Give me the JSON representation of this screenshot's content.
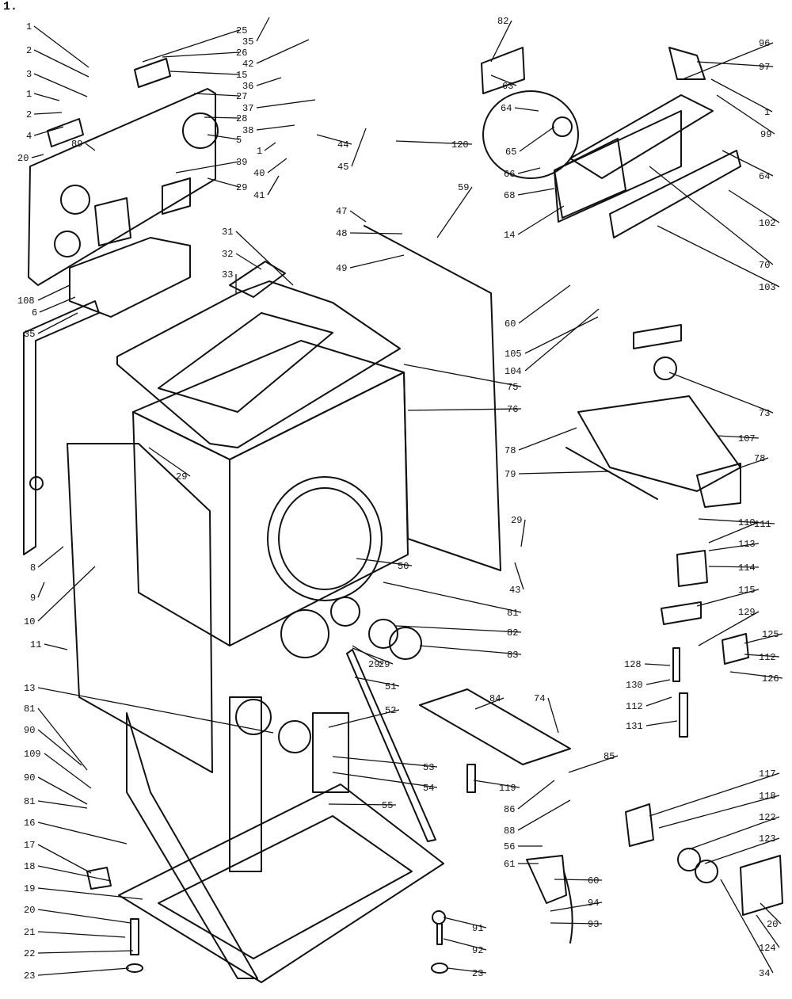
{
  "figure": {
    "number": "1."
  },
  "callouts": [
    {
      "id": "c1",
      "label": "1"
    },
    {
      "id": "c2",
      "label": "2"
    },
    {
      "id": "c3",
      "label": "3"
    },
    {
      "id": "c4",
      "label": "1"
    },
    {
      "id": "c5",
      "label": "2"
    },
    {
      "id": "c6",
      "label": "4"
    },
    {
      "id": "c7",
      "label": "20"
    },
    {
      "id": "c8",
      "label": "89"
    },
    {
      "id": "c9",
      "label": "25"
    },
    {
      "id": "c10",
      "label": "26"
    },
    {
      "id": "c11",
      "label": "15"
    },
    {
      "id": "c12",
      "label": "27"
    },
    {
      "id": "c13",
      "label": "28"
    },
    {
      "id": "c14",
      "label": "5"
    },
    {
      "id": "c15",
      "label": "39"
    },
    {
      "id": "c16",
      "label": "29"
    },
    {
      "id": "c17",
      "label": "35"
    },
    {
      "id": "c18",
      "label": "42"
    },
    {
      "id": "c19",
      "label": "36"
    },
    {
      "id": "c20",
      "label": "37"
    },
    {
      "id": "c21",
      "label": "38"
    },
    {
      "id": "c22",
      "label": "1"
    },
    {
      "id": "c23",
      "label": "40"
    },
    {
      "id": "c24",
      "label": "41"
    },
    {
      "id": "c25",
      "label": "44"
    },
    {
      "id": "c26",
      "label": "45"
    },
    {
      "id": "c27",
      "label": "120"
    },
    {
      "id": "c28",
      "label": "82"
    },
    {
      "id": "c29",
      "label": "63"
    },
    {
      "id": "c30",
      "label": "96"
    },
    {
      "id": "c31",
      "label": "97"
    },
    {
      "id": "c32",
      "label": "1"
    },
    {
      "id": "c33",
      "label": "99"
    },
    {
      "id": "c34",
      "label": "64"
    },
    {
      "id": "c35",
      "label": "65"
    },
    {
      "id": "c36",
      "label": "66"
    },
    {
      "id": "c37",
      "label": "68"
    },
    {
      "id": "c38",
      "label": "14"
    },
    {
      "id": "c39",
      "label": "64"
    },
    {
      "id": "c40",
      "label": "102"
    },
    {
      "id": "c41",
      "label": "70"
    },
    {
      "id": "c42",
      "label": "103"
    },
    {
      "id": "c43",
      "label": "31"
    },
    {
      "id": "c44",
      "label": "32"
    },
    {
      "id": "c45",
      "label": "33"
    },
    {
      "id": "c46",
      "label": "59"
    },
    {
      "id": "c47",
      "label": "47"
    },
    {
      "id": "c48",
      "label": "48"
    },
    {
      "id": "c49",
      "label": "49"
    },
    {
      "id": "c50",
      "label": "108"
    },
    {
      "id": "c51",
      "label": "6"
    },
    {
      "id": "c52",
      "label": "35"
    },
    {
      "id": "c53",
      "label": "60"
    },
    {
      "id": "c54",
      "label": "105"
    },
    {
      "id": "c55",
      "label": "104"
    },
    {
      "id": "c56",
      "label": "75"
    },
    {
      "id": "c57",
      "label": "76"
    },
    {
      "id": "c58",
      "label": "73"
    },
    {
      "id": "c59",
      "label": "107"
    },
    {
      "id": "c60",
      "label": "78"
    },
    {
      "id": "c61",
      "label": "78"
    },
    {
      "id": "c62",
      "label": "79"
    },
    {
      "id": "c63",
      "label": "29"
    },
    {
      "id": "c64",
      "label": "111"
    },
    {
      "id": "c65",
      "label": "110"
    },
    {
      "id": "c66",
      "label": "113"
    },
    {
      "id": "c67",
      "label": "114"
    },
    {
      "id": "c68",
      "label": "115"
    },
    {
      "id": "c69",
      "label": "129"
    },
    {
      "id": "c70",
      "label": "125"
    },
    {
      "id": "c71",
      "label": "128"
    },
    {
      "id": "c72",
      "label": "112"
    },
    {
      "id": "c73",
      "label": "130"
    },
    {
      "id": "c74",
      "label": "126"
    },
    {
      "id": "c75",
      "label": "112"
    },
    {
      "id": "c76",
      "label": "131"
    },
    {
      "id": "c77",
      "label": "8"
    },
    {
      "id": "c78",
      "label": "9"
    },
    {
      "id": "c79",
      "label": "10"
    },
    {
      "id": "c80",
      "label": "11"
    },
    {
      "id": "c81",
      "label": "29"
    },
    {
      "id": "c82",
      "label": "50"
    },
    {
      "id": "c83",
      "label": "81"
    },
    {
      "id": "c84",
      "label": "43"
    },
    {
      "id": "c85",
      "label": "29"
    },
    {
      "id": "c86",
      "label": "82"
    },
    {
      "id": "c87",
      "label": "83"
    },
    {
      "id": "c88",
      "label": "29"
    },
    {
      "id": "c89",
      "label": "51"
    },
    {
      "id": "c90",
      "label": "13"
    },
    {
      "id": "c91",
      "label": "52"
    },
    {
      "id": "c92",
      "label": "84"
    },
    {
      "id": "c93",
      "label": "74"
    },
    {
      "id": "c94",
      "label": "81"
    },
    {
      "id": "c95",
      "label": "90"
    },
    {
      "id": "c96",
      "label": "109"
    },
    {
      "id": "c97",
      "label": "90"
    },
    {
      "id": "c98",
      "label": "81"
    },
    {
      "id": "c99",
      "label": "16"
    },
    {
      "id": "c100",
      "label": "17"
    },
    {
      "id": "c101",
      "label": "18"
    },
    {
      "id": "c102",
      "label": "19"
    },
    {
      "id": "c103",
      "label": "20"
    },
    {
      "id": "c104",
      "label": "21"
    },
    {
      "id": "c105",
      "label": "22"
    },
    {
      "id": "c106",
      "label": "23"
    },
    {
      "id": "c107",
      "label": "53"
    },
    {
      "id": "c108",
      "label": "54"
    },
    {
      "id": "c109",
      "label": "55"
    },
    {
      "id": "c110",
      "label": "119"
    },
    {
      "id": "c111",
      "label": "85"
    },
    {
      "id": "c112",
      "label": "86"
    },
    {
      "id": "c113",
      "label": "88"
    },
    {
      "id": "c114",
      "label": "117"
    },
    {
      "id": "c115",
      "label": "118"
    },
    {
      "id": "c116",
      "label": "122"
    },
    {
      "id": "c117",
      "label": "123"
    },
    {
      "id": "c118",
      "label": "56"
    },
    {
      "id": "c119",
      "label": "61"
    },
    {
      "id": "c120",
      "label": "60"
    },
    {
      "id": "c121",
      "label": "94"
    },
    {
      "id": "c122",
      "label": "93"
    },
    {
      "id": "c123",
      "label": "91"
    },
    {
      "id": "c124",
      "label": "92"
    },
    {
      "id": "c125",
      "label": "23"
    },
    {
      "id": "c126",
      "label": "20"
    },
    {
      "id": "c127",
      "label": "124"
    },
    {
      "id": "c128",
      "label": "34"
    }
  ]
}
